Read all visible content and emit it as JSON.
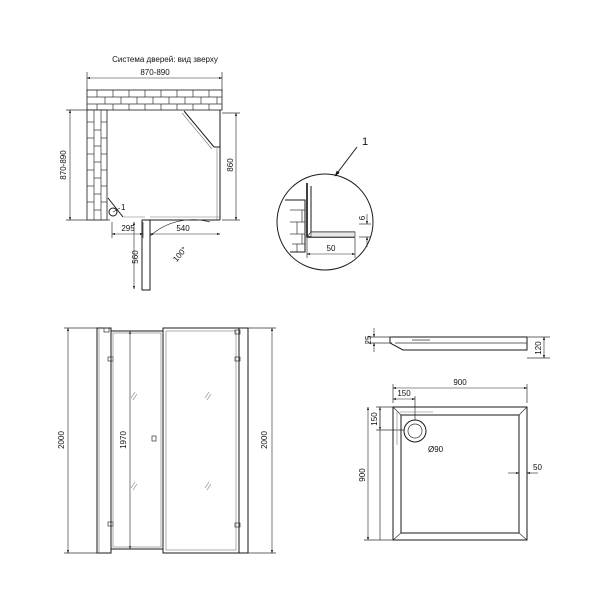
{
  "plan_view": {
    "title": "Система дверей: вид зверху",
    "width_label": "870-890",
    "height_label": "870-890",
    "depth_label": "860",
    "hinge_label": "1",
    "seg1_label": "295",
    "seg2_label": "540",
    "door_depth_label": "560",
    "angle_label": "100°"
  },
  "detail_view": {
    "callout_label": "1",
    "gap_label": "6",
    "width_label": "50"
  },
  "front_view": {
    "left_height_label": "2000",
    "door_height_label": "1970",
    "right_height_label": "2000"
  },
  "tray_side_view": {
    "rim_label": "25",
    "height_label": "120"
  },
  "tray_top_view": {
    "width_label": "900",
    "drain_offset_x_label": "150",
    "drain_offset_y_label": "150",
    "drain_diameter_label": "Ø90",
    "height_label": "900",
    "rim_width_label": "50"
  },
  "colors": {
    "line": "#1a1a1a",
    "background": "#ffffff"
  }
}
